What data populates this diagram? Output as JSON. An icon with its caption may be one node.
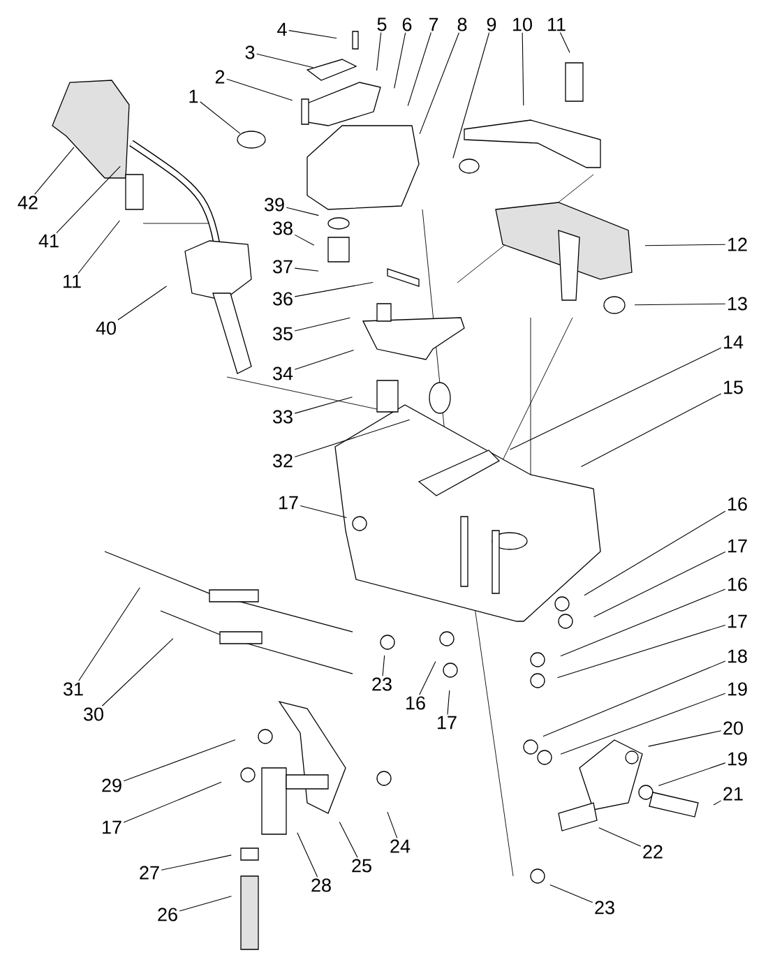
{
  "diagram": {
    "nodes": [
      {
        "text": [
          "1"
        ]
      },
      {
        "text": [
          "2"
        ]
      },
      {
        "text": [
          "3"
        ]
      },
      {
        "text": [
          "4"
        ]
      },
      {
        "text": [
          "5"
        ]
      },
      {
        "text": [
          "6"
        ]
      },
      {
        "text": [
          "7"
        ]
      },
      {
        "text": [
          "8"
        ]
      },
      {
        "text": [
          "9"
        ]
      },
      {
        "text": [
          "10"
        ]
      },
      {
        "text": [
          "11"
        ]
      },
      {
        "text": [
          "12"
        ]
      },
      {
        "text": [
          "13"
        ]
      },
      {
        "text": [
          "14"
        ]
      },
      {
        "text": [
          "15"
        ]
      },
      {
        "text": [
          "16"
        ]
      },
      {
        "text": [
          "17"
        ]
      },
      {
        "text": [
          "16"
        ]
      },
      {
        "text": [
          "17"
        ]
      },
      {
        "text": [
          "18"
        ]
      },
      {
        "text": [
          "19"
        ]
      },
      {
        "text": [
          "20"
        ]
      },
      {
        "text": [
          "19"
        ]
      },
      {
        "text": [
          "21"
        ]
      },
      {
        "text": [
          "22"
        ]
      },
      {
        "text": [
          "23"
        ]
      },
      {
        "text": [
          "24"
        ]
      },
      {
        "text": [
          "25"
        ]
      },
      {
        "text": [
          "26"
        ]
      },
      {
        "text": [
          "27"
        ]
      },
      {
        "text": [
          "28"
        ]
      },
      {
        "text": [
          "29"
        ]
      },
      {
        "text": [
          "17"
        ]
      },
      {
        "text": [
          "30"
        ]
      },
      {
        "text": [
          "31"
        ]
      },
      {
        "text": [
          "23"
        ]
      },
      {
        "text": [
          "16"
        ]
      },
      {
        "text": [
          "17"
        ]
      },
      {
        "text": [
          "17"
        ]
      },
      {
        "text": [
          "32"
        ]
      },
      {
        "text": [
          "33"
        ]
      },
      {
        "text": [
          "34"
        ]
      },
      {
        "text": [
          "35"
        ]
      },
      {
        "text": [
          "36"
        ]
      },
      {
        "text": [
          "37"
        ]
      },
      {
        "text": [
          "38"
        ]
      },
      {
        "text": [
          "39"
        ]
      },
      {
        "text": [
          "40"
        ]
      },
      {
        "text": [
          "11"
        ]
      },
      {
        "text": [
          "41"
        ]
      },
      {
        "text": [
          "42"
        ]
      }
    ],
    "edges": [
      {
        "from": 0,
        "to": null,
        "arrow": "none"
      },
      {
        "from": 1,
        "to": null,
        "arrow": "none"
      },
      {
        "from": 2,
        "to": null,
        "arrow": "none"
      },
      {
        "from": 3,
        "to": null,
        "arrow": "none"
      },
      {
        "from": 4,
        "to": null,
        "arrow": "none"
      },
      {
        "from": 5,
        "to": null,
        "arrow": "none"
      },
      {
        "from": 6,
        "to": null,
        "arrow": "none"
      },
      {
        "from": 7,
        "to": null,
        "arrow": "none"
      },
      {
        "from": 8,
        "to": null,
        "arrow": "none"
      },
      {
        "from": 9,
        "to": null,
        "arrow": "none"
      },
      {
        "from": 10,
        "to": null,
        "arrow": "none"
      },
      {
        "from": 11,
        "to": null,
        "arrow": "none"
      },
      {
        "from": 12,
        "to": null,
        "arrow": "none"
      },
      {
        "from": 13,
        "to": null,
        "arrow": "none"
      },
      {
        "from": 14,
        "to": null,
        "arrow": "none"
      },
      {
        "from": 15,
        "to": null,
        "arrow": "none"
      },
      {
        "from": 16,
        "to": null,
        "arrow": "none"
      },
      {
        "from": 17,
        "to": null,
        "arrow": "none"
      },
      {
        "from": 18,
        "to": null,
        "arrow": "none"
      },
      {
        "from": 19,
        "to": null,
        "arrow": "none"
      },
      {
        "from": 20,
        "to": null,
        "arrow": "none"
      },
      {
        "from": 21,
        "to": null,
        "arrow": "none"
      },
      {
        "from": 22,
        "to": null,
        "arrow": "none"
      },
      {
        "from": 23,
        "to": null,
        "arrow": "none"
      },
      {
        "from": 24,
        "to": null,
        "arrow": "none"
      },
      {
        "from": 25,
        "to": null,
        "arrow": "none"
      },
      {
        "from": 26,
        "to": null,
        "arrow": "none"
      },
      {
        "from": 27,
        "to": null,
        "arrow": "none"
      },
      {
        "from": 28,
        "to": null,
        "arrow": "none"
      },
      {
        "from": 29,
        "to": null,
        "arrow": "none"
      },
      {
        "from": 30,
        "to": null,
        "arrow": "none"
      },
      {
        "from": 31,
        "to": null,
        "arrow": "none"
      },
      {
        "from": 32,
        "to": null,
        "arrow": "none"
      },
      {
        "from": 33,
        "to": null,
        "arrow": "none"
      },
      {
        "from": 34,
        "to": null,
        "arrow": "none"
      },
      {
        "from": 35,
        "to": null,
        "arrow": "none"
      },
      {
        "from": 36,
        "to": null,
        "arrow": "none"
      },
      {
        "from": 37,
        "to": null,
        "arrow": "none"
      },
      {
        "from": 38,
        "to": null,
        "arrow": "none"
      },
      {
        "from": 39,
        "to": null,
        "arrow": "none"
      },
      {
        "from": 40,
        "to": null,
        "arrow": "none"
      },
      {
        "from": 41,
        "to": null,
        "arrow": "none"
      },
      {
        "from": 42,
        "to": null,
        "arrow": "none"
      },
      {
        "from": 43,
        "to": null,
        "arrow": "none"
      },
      {
        "from": 44,
        "to": null,
        "arrow": "none"
      },
      {
        "from": 45,
        "to": null,
        "arrow": "none"
      },
      {
        "from": 46,
        "to": null,
        "arrow": "none"
      },
      {
        "from": 47,
        "to": null,
        "arrow": "none"
      },
      {
        "from": 48,
        "to": null,
        "arrow": "none"
      },
      {
        "from": 49,
        "to": null,
        "arrow": "none"
      },
      {
        "from": 50,
        "to": null,
        "arrow": "none"
      }
    ]
  }
}
